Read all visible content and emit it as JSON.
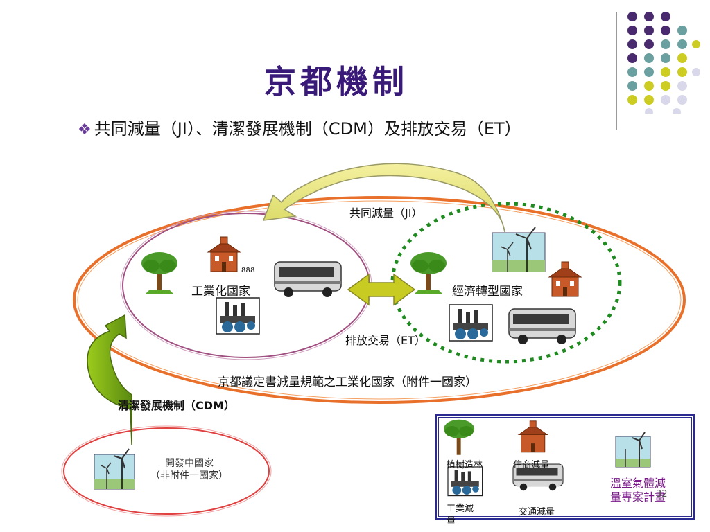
{
  "title": "京都機制",
  "subtitle": "共同減量（JI）、清潔發展機制（CDM）及排放交易（ET）",
  "labels": {
    "ji": "共同減量（JI）",
    "et": "排放交易（ET）",
    "cdm": "清潔發展機制（CDM）",
    "industrialized": "工業化國家",
    "transition": "經濟轉型國家",
    "annex1": "京都議定書減量規範之工業化國家（附件一國家）",
    "developing_line1": "開發中國家",
    "developing_line2": "（非附件一國家）"
  },
  "legend": {
    "afforestation": "植樹造林",
    "residential": "住商減量",
    "industry_line1": "工業減",
    "industry_line2": "量",
    "transport": "交通減量",
    "ghg_line1": "溫室氣體減",
    "ghg_line2": "量專案計畫"
  },
  "slide_number": "32",
  "colors": {
    "title": "#3a1a78",
    "outer_ellipse": "#e8702a",
    "industrial_ellipse": "#a05080",
    "transition_ellipse": "#1f8a1f",
    "developing_ellipse": "#e04040",
    "legend_border": "#2a2a90"
  },
  "icons": [
    "tree-icon",
    "school-icon",
    "bus-icon",
    "factory-icon",
    "wind-turbine-icon"
  ]
}
